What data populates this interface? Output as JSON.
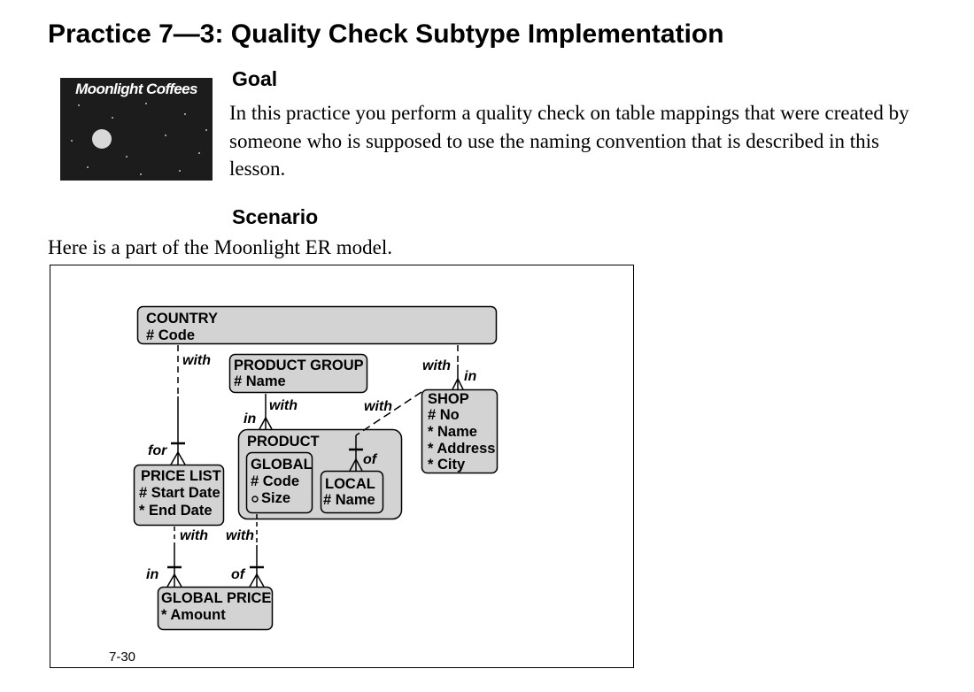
{
  "page": {
    "title": "Practice 7—3: Quality Check Subtype Implementation",
    "logo_text": "Moonlight Coffees",
    "goal_heading": "Goal",
    "goal_text": "In this practice you perform a quality check on table mappings that were created by someone who is supposed to use the naming convention that is described in this lesson.",
    "scenario_heading": "Scenario",
    "scenario_text": "Here is a part of the Moonlight ER model."
  },
  "diagram": {
    "entities": {
      "country": {
        "name": "COUNTRY",
        "attrs": [
          "# Code"
        ]
      },
      "product_group": {
        "name": "PRODUCT GROUP",
        "attrs": [
          "# Name"
        ]
      },
      "shop": {
        "name": "SHOP",
        "attrs": [
          "# No",
          "* Name",
          "* Address",
          "* City"
        ]
      },
      "product": {
        "name": "PRODUCT"
      },
      "global": {
        "name": "GLOBAL",
        "attrs": [
          "# Code",
          "Size"
        ]
      },
      "local": {
        "name": "LOCAL",
        "attrs": [
          "# Name"
        ]
      },
      "price_list": {
        "name": "PRICE LIST",
        "attrs": [
          "# Start Date",
          "* End Date"
        ]
      },
      "global_price": {
        "name": "GLOBAL PRICE",
        "attrs": [
          "* Amount"
        ]
      }
    },
    "relationships": {
      "country_pricelist_top": "with",
      "country_pricelist_bottom": "for",
      "country_shop_top": "with",
      "country_shop_bottom": "in",
      "group_product_top": "with",
      "group_product_bottom": "in",
      "shop_local_top": "with",
      "shop_local_bottom": "of",
      "pricelist_gp_top": "with",
      "pricelist_gp_bottom": "in",
      "global_gp_top": "with",
      "global_gp_bottom": "of"
    },
    "page_number": "7-30"
  }
}
